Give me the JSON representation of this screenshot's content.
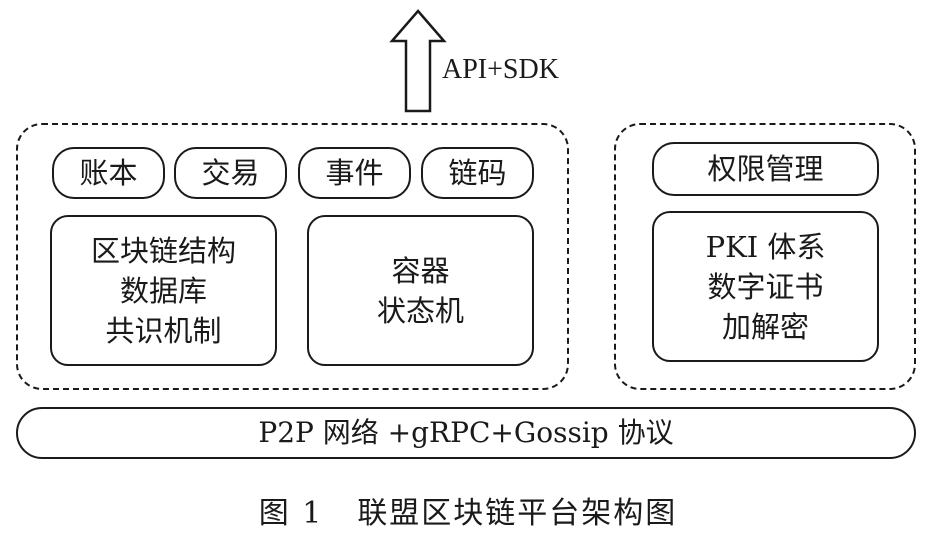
{
  "arrow": {
    "label": "API+SDK"
  },
  "left_group": {
    "tags": [
      "账本",
      "交易",
      "事件",
      "链码"
    ],
    "module_a": [
      "区块链结构",
      "数据库",
      "共识机制"
    ],
    "module_b": [
      "容器",
      "状态机"
    ]
  },
  "right_group": {
    "tag": "权限管理",
    "module": [
      "PKI 体系",
      "数字证书",
      "加解密"
    ]
  },
  "network": {
    "label": "P2P 网络 +gRPC+Gossip 协议"
  },
  "caption": {
    "number": "图 1",
    "title": "联盟区块链平台架构图"
  }
}
